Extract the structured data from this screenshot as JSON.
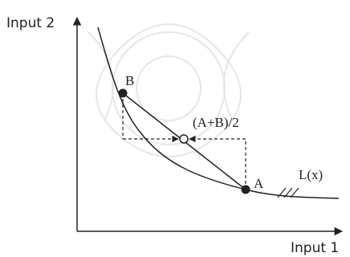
{
  "axes": {
    "y_label": "Input 2",
    "x_label": "Input 1"
  },
  "points": {
    "a": "A",
    "b": "B",
    "mid": "(A+B)/2"
  },
  "curve_label": "L(x)",
  "colors": {
    "ink": "#222222",
    "background": "#ffffff"
  }
}
